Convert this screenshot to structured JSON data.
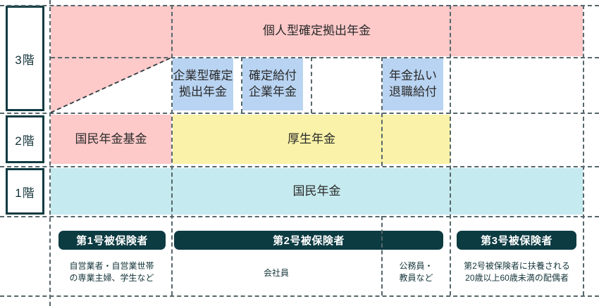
{
  "diagram": {
    "title_hidden": "",
    "tiers": [
      {
        "label": "3階"
      },
      {
        "label": "2階"
      },
      {
        "label": "1階"
      }
    ],
    "tier3": {
      "top_band": "個人型確定拠出年金",
      "boxes": [
        {
          "label": "企業型確定\n拠出年金",
          "line1": "企業型確定",
          "line2": "拠出年金",
          "color": "#b9d4f2"
        },
        {
          "label": "確定給付\n企業年金",
          "line1": "確定給付",
          "line2": "企業年金",
          "color": "#b9d4f2"
        },
        {
          "label": "",
          "line1": "",
          "line2": "",
          "color": "#ffffff"
        },
        {
          "label": "年金払い\n退職給付",
          "line1": "年金払い",
          "line2": "退職給付",
          "color": "#b9d4f2"
        },
        {
          "label": "",
          "line1": "",
          "line2": "",
          "color": "#ffffff"
        }
      ]
    },
    "tier2": {
      "left_band": "国民年金基金",
      "left_color": "#fdc9c9",
      "center_band": "厚生年金",
      "center_color": "#f9f2a8",
      "right_band": "",
      "right_color": "#ffffff"
    },
    "tier1": {
      "band": "国民年金",
      "color": "#c5eaef"
    },
    "categories": [
      {
        "title": "第1号被保険者",
        "desc_line1": "自営業者・自営業世帯",
        "desc_line2": "の専業主婦、学生など"
      },
      {
        "title": "第2号被保険者",
        "desc_line1": "会社員",
        "desc_line2": "",
        "desc2_line1": "公務員・",
        "desc2_line2": "教員など"
      },
      {
        "title": "第3号被保険者",
        "desc_line1": "第2号被保険者に扶養される",
        "desc_line2": "20歳以上60歳未満の配偶者"
      }
    ],
    "colors": {
      "pink": "#fdc9c9",
      "yellow": "#f9f2a8",
      "cyan": "#c5eaef",
      "blue": "#b9d4f2",
      "dark": "#0d3b42",
      "grid": "#55676b"
    }
  }
}
